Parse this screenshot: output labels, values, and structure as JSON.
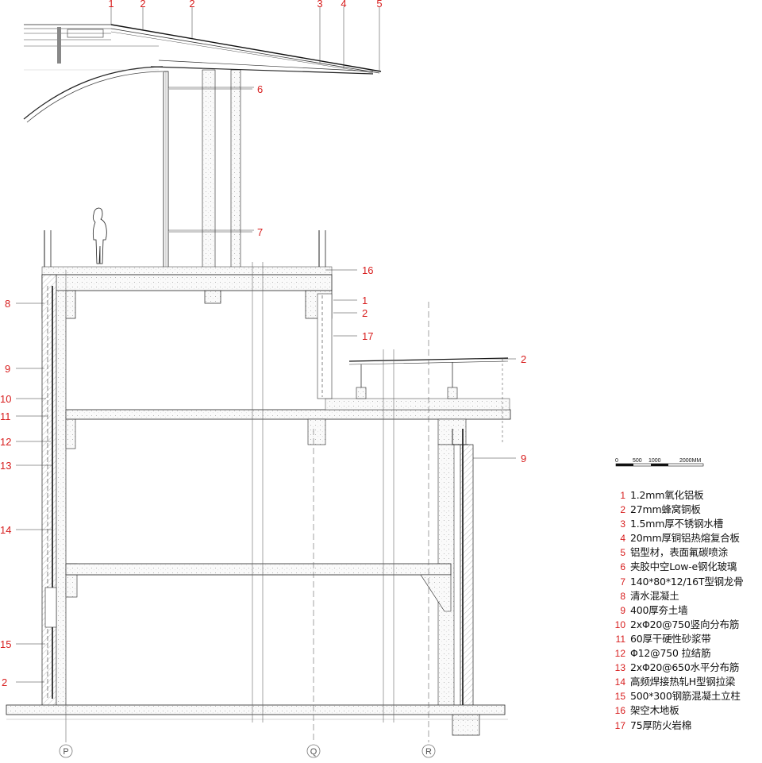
{
  "callouts": {
    "top": [
      "1",
      "2",
      "2",
      "3",
      "4",
      "5"
    ],
    "mid_right": [
      "6",
      "7",
      "16",
      "1",
      "2",
      "17",
      "2",
      "9"
    ],
    "left": [
      "8",
      "9",
      "10",
      "11",
      "12",
      "13",
      "14",
      "15",
      "2"
    ]
  },
  "axes": [
    "P",
    "Q",
    "R"
  ],
  "scale": {
    "ticks": [
      "0",
      "500",
      "1000",
      "2000MM"
    ]
  },
  "legend": [
    {
      "num": "1",
      "text": "1.2mm氧化铝板"
    },
    {
      "num": "2",
      "text": "27mm蜂窝铜板"
    },
    {
      "num": "3",
      "text": "1.5mm厚不锈钢水槽"
    },
    {
      "num": "4",
      "text": "20mm厚铜铝热熔复合板"
    },
    {
      "num": "5",
      "text": "铝型材，表面氟碳喷涂"
    },
    {
      "num": "6",
      "text": "夹胶中空Low-e钢化玻璃"
    },
    {
      "num": "7",
      "text": "140*80*12/16T型钢龙骨"
    },
    {
      "num": "8",
      "text": "清水混凝土"
    },
    {
      "num": "9",
      "text": "400厚夯土墙"
    },
    {
      "num": "10",
      "text": "2xΦ20@750竖向分布筋"
    },
    {
      "num": "11",
      "text": "60厚干硬性砂浆带"
    },
    {
      "num": "12",
      "text": "Φ12@750 拉结筋"
    },
    {
      "num": "13",
      "text": "2xΦ20@650水平分布筋"
    },
    {
      "num": "14",
      "text": "高频焊接热轧H型钢拉梁"
    },
    {
      "num": "15",
      "text": "500*300钢筋混凝土立柱"
    },
    {
      "num": "16",
      "text": "架空木地板"
    },
    {
      "num": "17",
      "text": "75厚防火岩棉"
    }
  ],
  "colors": {
    "callout": "#d81e1e",
    "line": "#222222",
    "hatch": "#8a8a8a"
  }
}
